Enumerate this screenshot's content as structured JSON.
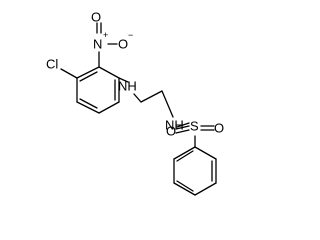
{
  "structure": {
    "atoms": {
      "nitro_o_top": "O",
      "nitro_n": "N",
      "nitro_n_charge": "+",
      "nitro_o_right": "O",
      "nitro_o_right_charge": "−",
      "chloro": "Cl",
      "amine_nh": "NH",
      "sulfonamide_nh": "NH",
      "sulfur": "S",
      "sulfonyl_o_left": "O",
      "sulfonyl_o_right": "O"
    },
    "colors": {
      "bonds": "#000000",
      "labels": "#000000",
      "background": "#ffffff"
    }
  }
}
